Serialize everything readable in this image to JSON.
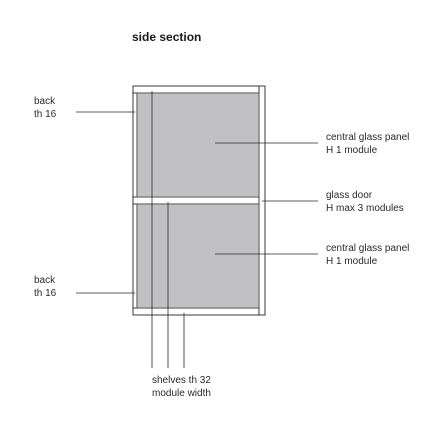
{
  "title": "side section",
  "labels": {
    "back_top": [
      "back",
      "th 16"
    ],
    "back_bottom": [
      "back",
      "th 16"
    ],
    "central_top": [
      "central glass panel",
      "H 1 module"
    ],
    "glass_door": [
      "glass door",
      "H max 3 modules"
    ],
    "central_bottom": [
      "central glass panel",
      "H 1 module"
    ],
    "shelves": [
      "shelves th 32",
      "module width"
    ]
  },
  "colors": {
    "panel_fill": "#c1c1c3",
    "line": "#2a2a2a"
  }
}
